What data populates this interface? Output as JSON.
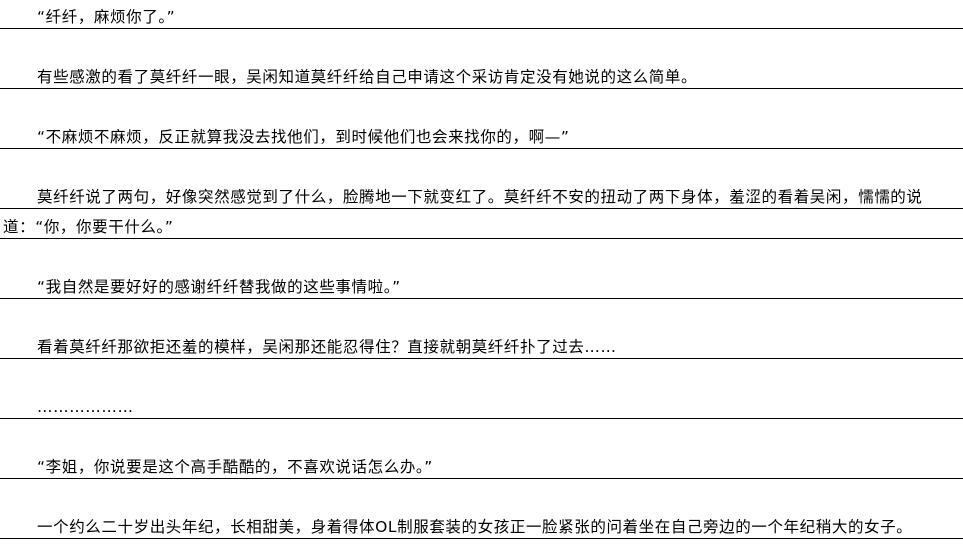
{
  "document": {
    "lines": [
      "“纤纤，麻烦你了。”",
      "有些感激的看了莫纤纤一眼，吴闲知道莫纤纤给自己申请这个采访肯定没有她说的这么简单。",
      "“不麻烦不麻烦，反正就算我没去找他们，到时候他们也会来找你的，啊—”",
      "莫纤纤说了两句，好像突然感觉到了什么，脸腾地一下就变红了。莫纤纤不安的扭动了两下身体，羞涩的看着吴闲，懦懦的说",
      "道：“你，你要干什么。”",
      "“我自然是要好好的感谢纤纤替我做的这些事情啦。”",
      "看着莫纤纤那欲拒还羞的模样，吴闲那还能忍得住？直接就朝莫纤纤扑了过去……",
      "………………",
      "“李姐，你说要是这个高手酷酷的，不喜欢说话怎么办。”",
      "一个约么二十岁出头年纪，长相甜美，身着得体OL制服套装的女孩正一脸紧张的问着坐在自己旁边的一个年纪稍大的女子。"
    ]
  }
}
